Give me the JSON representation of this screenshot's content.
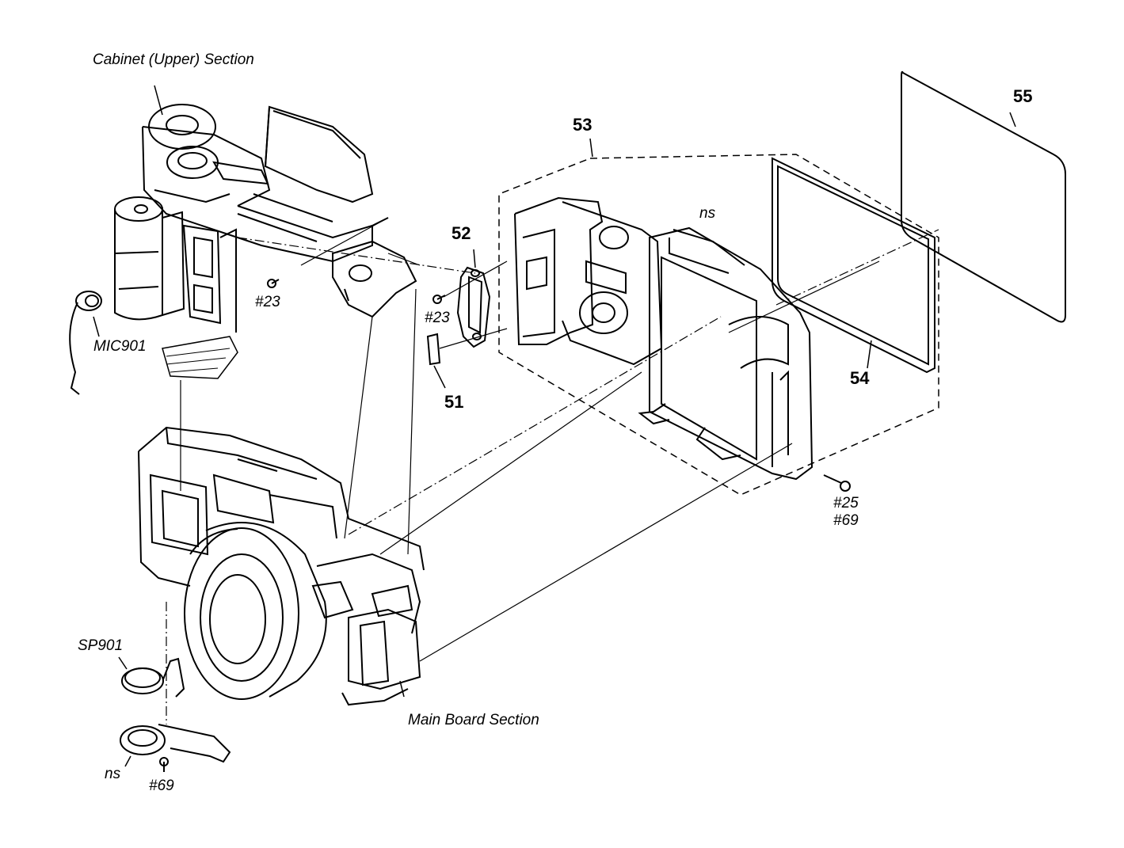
{
  "labels": {
    "cabinet_upper": "Cabinet (Upper) Section",
    "main_board": "Main Board Section",
    "mic": "MIC901",
    "speaker": "SP901",
    "ns_top": "ns",
    "ns_bottom": "ns",
    "screw_23_left": "#23",
    "screw_23_right": "#23",
    "screw_25": "#25",
    "screw_69_right": "#69",
    "screw_69_bottom": "#69",
    "part_51": "51",
    "part_52": "52",
    "part_53": "53",
    "part_54": "54",
    "part_55": "55"
  },
  "colors": {
    "ink": "#000000",
    "paper": "#ffffff"
  }
}
